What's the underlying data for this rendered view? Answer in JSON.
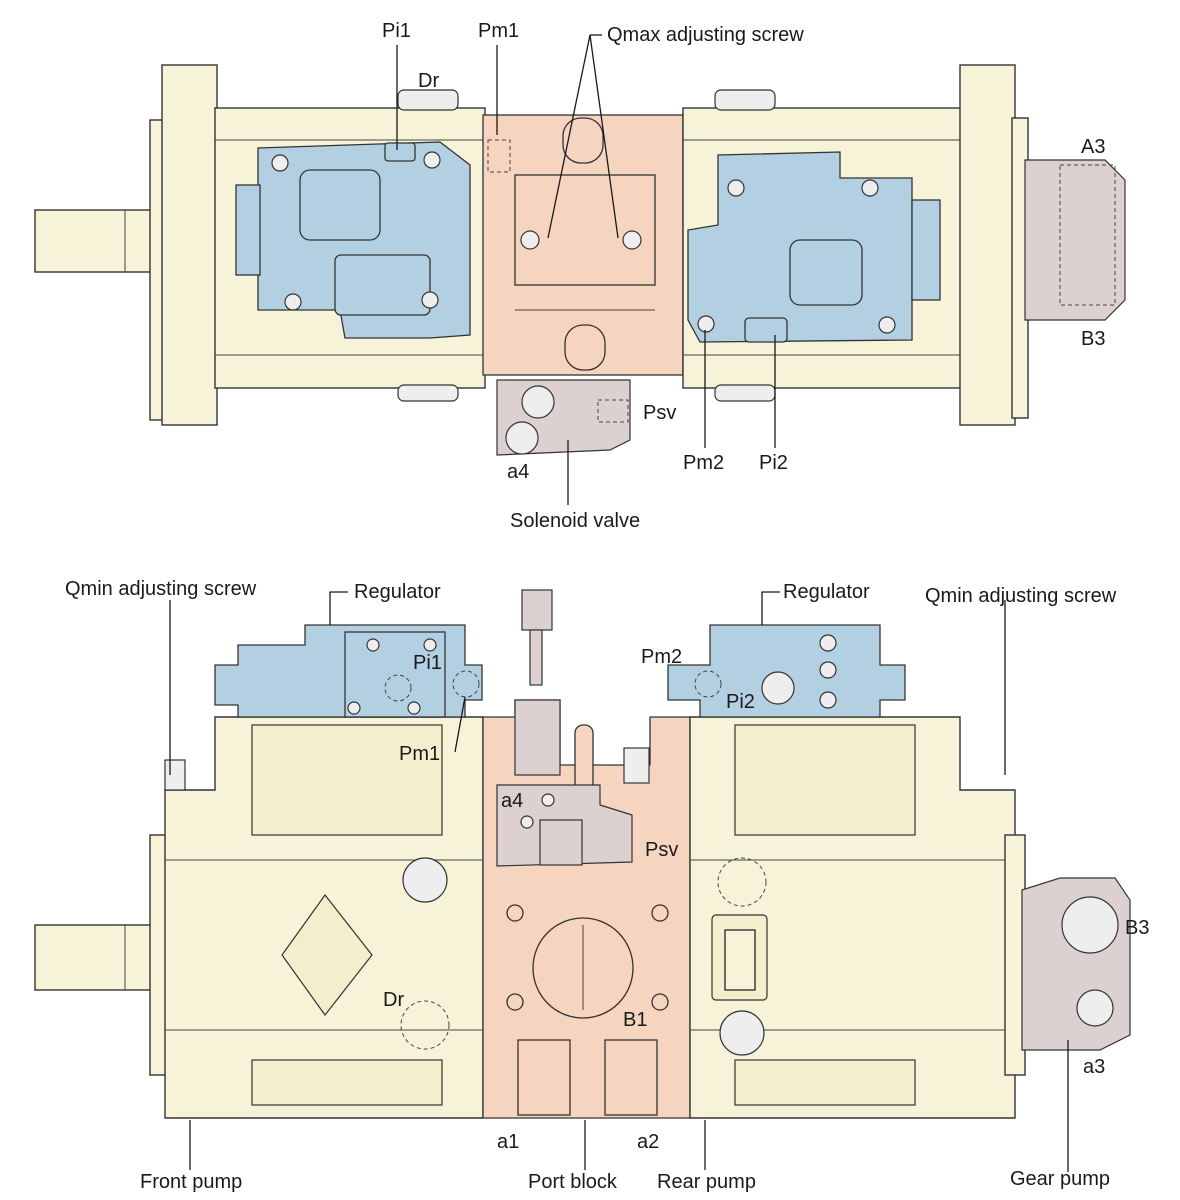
{
  "top_view": {
    "labels": {
      "pi1": "Pi1",
      "pm1": "Pm1",
      "dr": "Dr",
      "qmax": "Qmax adjusting screw",
      "a3": "A3",
      "b3": "B3",
      "psv": "Psv",
      "pm2": "Pm2",
      "pi2": "Pi2",
      "a4": "a4",
      "solenoid": "Solenoid valve"
    }
  },
  "side_view": {
    "labels": {
      "qmin_left": "Qmin adjusting screw",
      "regulator_left": "Regulator",
      "regulator_right": "Regulator",
      "qmin_right": "Qmin adjusting screw",
      "pm2": "Pm2",
      "pi1": "Pi1",
      "pi2": "Pi2",
      "pm1": "Pm1",
      "a4": "a4",
      "psv": "Psv",
      "b3": "B3",
      "dr": "Dr",
      "b1": "B1",
      "a3": "a3",
      "a1": "a1",
      "a2": "a2",
      "front_pump": "Front pump",
      "port_block": "Port block",
      "rear_pump": "Rear pump",
      "gear_pump": "Gear pump"
    }
  },
  "colors": {
    "pump_body": "#f7f3d8",
    "regulator": "#b3d0e2",
    "port_block": "#f6d5c0",
    "gear_pump": "#dcd1d0"
  }
}
